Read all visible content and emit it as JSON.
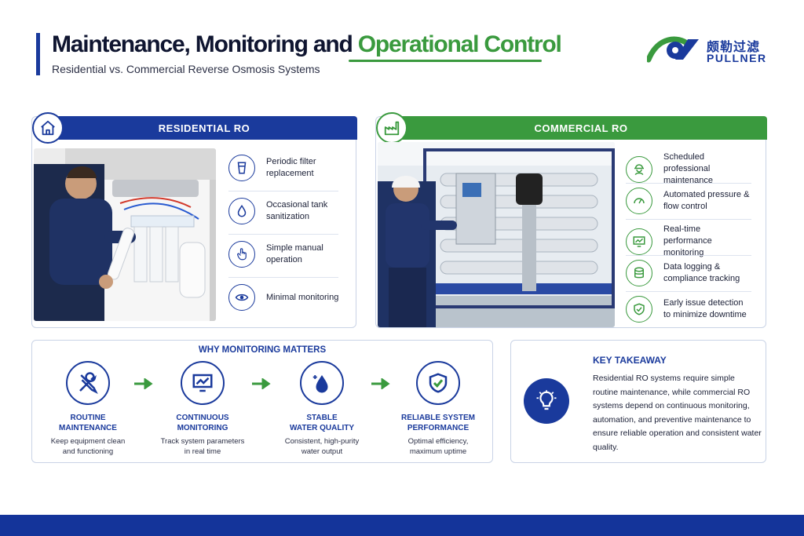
{
  "header": {
    "title_main": "Maintenance, Monitoring and ",
    "title_accent": "Operational Control",
    "subtitle": "Residential vs. Commercial Reverse Osmosis Systems"
  },
  "logo": {
    "cn": "颇勒过滤",
    "en": "PULLNER"
  },
  "residential": {
    "heading": "RESIDENTIAL RO",
    "icon": "house-icon",
    "features": [
      {
        "text": "Periodic filter replacement",
        "icon": "filter-cup-icon"
      },
      {
        "text": "Occasional tank sanitization",
        "icon": "water-drop-icon"
      },
      {
        "text": "Simple manual operation",
        "icon": "hand-pointer-icon"
      },
      {
        "text": "Minimal monitoring",
        "icon": "eye-icon"
      }
    ],
    "photo_caption": "Technician replacing cartridge filters under a sink"
  },
  "commercial": {
    "heading": "COMMERCIAL RO",
    "icon": "factory-icon",
    "features": [
      {
        "text": "Scheduled professional maintenance",
        "icon": "engineer-icon"
      },
      {
        "text": "Automated pressure & flow control",
        "icon": "gauge-icon"
      },
      {
        "text": "Real-time performance monitoring",
        "icon": "monitor-chart-icon"
      },
      {
        "text": "Data logging & compliance tracking",
        "icon": "database-icon"
      },
      {
        "text": "Early issue detection to minimize downtime",
        "icon": "shield-check-icon"
      }
    ]
  },
  "why": {
    "title": "WHY MONITORING MATTERS",
    "items": [
      {
        "label_1": "ROUTINE",
        "label_2": "MAINTENANCE",
        "desc_1": "Keep equipment clean",
        "desc_2": "and functioning",
        "icon": "wrench-screwdriver-icon"
      },
      {
        "label_1": "CONTINUOUS",
        "label_2": "MONITORING",
        "desc_1": "Track system parameters",
        "desc_2": "in real time",
        "icon": "monitor-chart-icon"
      },
      {
        "label_1": "STABLE",
        "label_2": "WATER QUALITY",
        "desc_1": "Consistent, high-purity",
        "desc_2": "water output",
        "icon": "water-drop-icon"
      },
      {
        "label_1": "RELIABLE SYSTEM",
        "label_2": "PERFORMANCE",
        "desc_1": "Optimal efficiency,",
        "desc_2": "maximum uptime",
        "icon": "shield-check-icon"
      }
    ]
  },
  "takeaway": {
    "title": "KEY TAKEAWAY",
    "text": "Residential RO systems require simple routine maintenance, while commercial RO systems depend on continuous monitoring, automation, and preventive maintenance to ensure reliable operation and consistent water quality.",
    "icon": "lightbulb-icon"
  },
  "colors": {
    "primary": "#1a3a9c",
    "accent": "#3a9a3e"
  }
}
